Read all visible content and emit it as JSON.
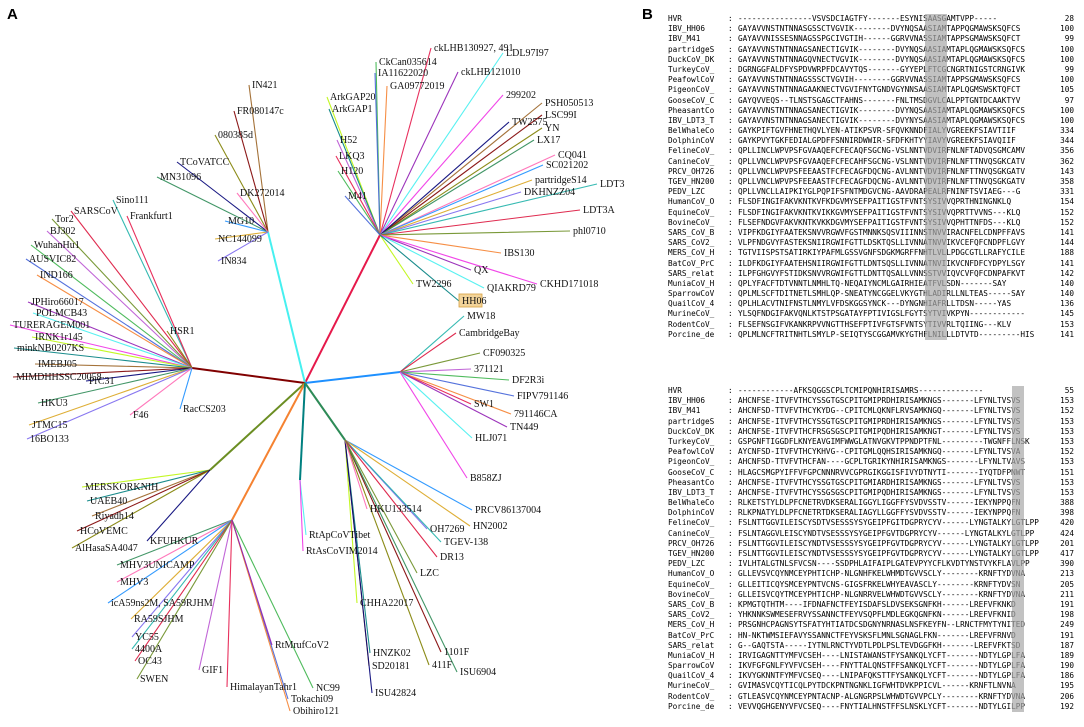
{
  "panels": {
    "a": "A",
    "b": "B"
  },
  "tree": {
    "highlighted_leaf": "HH06",
    "leaves": [
      "ckLHB130927, 491",
      "CkCan035614",
      "IA11622020",
      "GA09772019",
      "ckLHB121010",
      "LDL97I97",
      "299202",
      "ArkGAP20",
      "ArkGAP1",
      "PSH050513",
      "LSC99I",
      "YN",
      "TW2575",
      "LX17",
      "CQ041",
      "SC021202",
      "partridgeS14",
      "DKHNZZ04",
      "LDT3",
      "LDT3A",
      "phl0710",
      "IN421",
      "FR080147c",
      "080385d",
      "TCoVATCC",
      "MN31096",
      "DK272014",
      "H52",
      "LKQ3",
      "H120",
      "M41",
      "IBS130",
      "QX",
      "QIAKRD79",
      "CKHD171018",
      "TW2296",
      "HH06",
      "MG10",
      "NC144099",
      "IN834",
      "Sino111",
      "SARSCoV",
      "Tor2",
      "BJ302",
      "Frankfurt1",
      "WuhanHu1",
      "AUSVIC82",
      "IND166",
      "JPHiro66017",
      "POLMCB43",
      "TURERAGEM001",
      "IRNK1r145",
      "minkNB0207KS",
      "IMEBJ05",
      "MIMDHHSSC20058",
      "HSR1",
      "PrC31",
      "HKU3",
      "F46",
      "RacCS203",
      "JTMC15",
      "16BO133",
      "MW18",
      "CambridgeBay",
      "CF090325",
      "371121",
      "SW1",
      "DF2R3i",
      "FIPV791146",
      "791146CA",
      "TN449",
      "HLJ071",
      "B858ZJ",
      "MERSKORKNIH",
      "UAEB40",
      "Riyadh14",
      "HCoVEMC",
      "AlHasaSA4047",
      "KFUHKUR",
      "MHV3UNICAMP",
      "MHV3",
      "icA59ns2M, SA59RJHM",
      "RA59SJHM",
      "YC55",
      "4400A",
      "OC43",
      "SWEN",
      "GIF1",
      "HimalayanTahr1",
      "RtApCoVTibet",
      "RtAsCoVIM2014",
      "RtMrufCoV2",
      "NC99",
      "Tokachi09",
      "Obihiro121",
      "CHHA22017",
      "HNZK02",
      "SD20181",
      "1101F",
      "411F",
      "ISU42824",
      "ISU6904",
      "HKU133514",
      "PRCV86137004",
      "HN2002",
      "OH7269",
      "TGEV-138",
      "DR13",
      "LZC"
    ]
  },
  "alignment_top": {
    "rows": [
      [
        "HVR",
        "----------------VSVSDCIAGTFY-------ESYNISAASGAMTVPP-----",
        "28"
      ],
      [
        "IBV_HH06",
        "GAYAVVNSTNTNNASGSSCTVGVIK--------DVYNQSAASIAMTAPPQGMAWSKSQFCS",
        "100"
      ],
      [
        "IBV_M41",
        "GAYAVVNISSESNNAGSSPGCIVGTIH------GGRVVNASSIAMTAPPSGMAWSKSQFCT",
        "99"
      ],
      [
        "partridgeS",
        "GAYAVVNSTNTNNAGSANECTIGVIK--------DVYNQSAASIAMTAPLQGMAWSKSQFCS",
        "100"
      ],
      [
        "DuckCoV_DK",
        "GAYAVVNSTNTNNAGQVNECTVGVIK--------DVYNQSAASIAMTAPLQGMAWSKSQFCS",
        "100"
      ],
      [
        "TurkeyCoV_",
        "DGRNGGFALDFYSPDVWRPFDCAVYTQS-------GYYEPLFTCGCNGRTNIGSTCRNGIVK",
        "99"
      ],
      [
        "PeafowlCoV",
        "GAYAVVNSTNTNNAGSSSCTVGVIH--------GGRVVNASSIAMTAPPSGMAWSKSQFCS",
        "100"
      ],
      [
        "PigeonCoV_",
        "GAYAVVNSTNTNNAGAAKNECTVGVIFNYTGNDVGYNNSAASIAMTAPLQGMSWSKTQFCT",
        "105"
      ],
      [
        "GooseCoV_C",
        "GAYQVVEQS--TLNSTSGAGCTFAHNS-------FNLTMSDGVLCALPPTGNTDCAAKTYV",
        "97"
      ],
      [
        "PheasantCo",
        "GAYAVVNSTNTNNAGSANECTIGVIK--------DVYNQSAASIAMTAPLQGMAWSKSQFCS",
        "100"
      ],
      [
        "IBV_LDT3_T",
        "GAYAVVNSTNTNNAGSANECTIGVIK--------DVYNYSAASIAMTAPLQGMAWSKSQFCS",
        "100"
      ],
      [
        "BelWhaleCo",
        "GAYKPIFTGVFHNETHQVLYEN-ATIKPSVR-SFQVKNNDFIALYVGREEKFSIAVTIIF",
        "334"
      ],
      [
        "DolphinCoV",
        "GAYKPVYTGKFEDIALGPDFFSNNIRDWWIR-SFDFKHTYYIAVYVGREEKFSIAVQIIF",
        "344"
      ],
      [
        "FelineCoV_",
        "QPLLINCLWPVPSFGVAAQEFCFECAQFSGCNG-VSLNNTVDVIRFNLNFTADVQSGMCAMV",
        "356"
      ],
      [
        "CanineCoV_",
        "QPLLVNCLWPVPSFGVAAQEFCFECAHFSGCNG-VSLNNTVDVIRFNLNFTTNVQSGKCATV",
        "362"
      ],
      [
        "PRCV_OH726",
        "QPLLVNCLWPVPSFEEAASTFCFECAGFDQCNG-AVLNNTVDVIRFNLNFTTNVQSGKGATV",
        "143"
      ],
      [
        "TGEV_HN200",
        "QPLLVNCLWPVPSFEEAASTFCFECAGFDQCNG-AVLNNTVDVIRFNLNFTTNVQSGKGATV",
        "358"
      ],
      [
        "PEDV_LZC",
        "QPLLVNCLLAIPKIYGLPQPIFSFNTMDGVCNG-AAVDRAPEALRFNINFTSVIAEG---G",
        "331"
      ],
      [
        "HumanCoV_O",
        "FLSDFINGIFAKVKNTKVFKDGVMYSEFPAITIGSTFVNTSYSIVVQPRTHNINGNKLQ",
        "154"
      ],
      [
        "EquineCoV_",
        "FLSDFINGIFAKVKNTKVIKKGVMYSEFPAITIGSTFVNTSYSIVVQPRTTVVNS---KLQ",
        "152"
      ],
      [
        "BovineCoV_",
        "FLSEFNDGVFAKVKNTKVKKDGVMYSEFPAITIGSTFVNTSYSIVVQPHTTNFDS---KLQ",
        "152"
      ],
      [
        "SARS_CoV_B",
        "VIPFKDGIYFAATEKSNVVRGWVFGSTMNNKSQSVIIINNSTNVVIRACNFELCDNPFFAVS",
        "141"
      ],
      [
        "SARS_CoV2_",
        "VLPFNDGVYFASTEKSNIIRGWIFGTTLDSKTQSLLIVNNATNVVIKVCEFQFCNDPFLGVY",
        "144"
      ],
      [
        "MERS_CoV_H",
        "TGTVIISPSTSATIRKIYPAFMLGSSVGNFSDGKMGRFFNHTLVLLPDGCGTLLRAFYCILE",
        "188"
      ],
      [
        "BatCoV_PrC",
        "ILDFKDGIYFAATEHSNIIRGWIFGTTLDNTSQSLLIVNNATNVIIKVCNFDFCYDPYLSGY",
        "141"
      ],
      [
        "SARS_relat",
        "ILPFGHGVYFSTIDKSNVVRGWIFGTTLDNTTQSALLVNNSSTVVIQVCVFQFCDNPAFKVT",
        "142"
      ],
      [
        "MuniaCoV_H",
        "QPLYFACFTDTVNNTLNMHLTQ-NEQAIYNCMLGAIRHIEATFVLSDN-------SAY",
        "140"
      ],
      [
        "SparrowCoV",
        "QPLMLSCFTDITNETLSMHLQP-SNEATYNCGGELVKYGTHLADIRLLNLTEAS-----SAY",
        "140"
      ],
      [
        "QuailCoV_4",
        "QPLHLACVTNIFNSTLNMYLVFDSKGGSYNCK---DYNGNHIAFRLLTDSN-----YAS",
        "136"
      ],
      [
        "MurineCoV_",
        "YLSQFNDGIFAKVQNLKTSTPSGATAYFPTIVIGSLFGYTSYTVIVKPYN------------",
        "145"
      ],
      [
        "RodentCoV_",
        "FLSEFNSGIFVKANKRPVVNGTTHSEFPTIVFGTSFVNTSYTIVVRLTQIING---KLV",
        "153"
      ],
      [
        "Porcine_de",
        "QPLMLNCFTRITNHTLSMYLP-SEIQTYSCGGAMVKYGTHFLNILLLDTVTD---------HIS",
        "141"
      ]
    ],
    "shade": [
      [
        0.61,
        0.052
      ],
      [
        0.665,
        0.018
      ]
    ]
  },
  "alignment_bottom": {
    "rows": [
      [
        "HVR",
        "------------AFKSQGGSCPLTCMIPQNHIRISAMRS--------------",
        "55"
      ],
      [
        "IBV_HH06",
        "AHCNFSE-ITVFVTHCYSSGTGSCPITGMIPRDHIRISAMKNGS-------LFYNLTVSVS",
        "153"
      ],
      [
        "IBV_M41",
        "AHCNFSD-TTVFVTHCYKYDG--CPITCMLQKNFLRVSAMKNGQ-------LFYNLTVSVS",
        "152"
      ],
      [
        "partridgeS",
        "AHCNFSE-ITVFVTHCYSSGTGSCPITGMIPRDHIRISAMKNGS-------LFYNLTVSVS",
        "153"
      ],
      [
        "DuckCoV_DK",
        "AHCNFSE-ITVFVTHCFRSGSGSCPITGMIPQDHIRISAMKNGT-------LFYNLTVSVS",
        "153"
      ],
      [
        "TurkeyCoV_",
        "GSPGNFTIGGDFLKNYEAVGIMFWWGLATNVGKVTPPNDPTFNL---------TWGNFFLNSK",
        "153"
      ],
      [
        "PeafowlCoV",
        "AYCNFSD-ITVFVTHCYKHVG--CPITGMLQQHSIRISAMKNGQ-------LFYNLTVSVA",
        "152"
      ],
      [
        "PigeonCoV_",
        "AHCNFSD-TTVFVTHCFAN----GCPLTGRIKYNHIRISAMKNGS-------LFYNLTVAVS",
        "153"
      ],
      [
        "GooseCoV_C",
        "HLAGCSMGPYIFFVFGPCNNNRVVCGPRGIKGGISFIVYDTNYTI-------IYQTDFPNWT",
        "151"
      ],
      [
        "PheasantCo",
        "AHCNFSE-ITVFVTHCYSSGTGSCPITGMIARDHIRISAMKNGS-------LFYNLTVSVS",
        "153"
      ],
      [
        "IBV_LDT3_T",
        "AHCNFSE-ITVFVTHCYSSGSGSCPITGMIPQDHIRISAMKNGS-------LFYNLTVSVS",
        "153"
      ],
      [
        "BelWhaleCo",
        "RLKETSTYLDLPFCNETRVDKSERALIGGYLIGGFFYSVDVSSTV------IEKYNPPQFN",
        "388"
      ],
      [
        "DolphinCoV",
        "RLKPNATYLDLPFCNETRTDKSERALIAGYLLGGFFYSVDVSSTV------IEKYNPPQFN",
        "398"
      ],
      [
        "FelineCoV_",
        "FSLNTTGGVILEISCYSDTVSESSSYSYGEIPFGITDGPRYCYV------LYNGTALKYLGTLPP",
        "420"
      ],
      [
        "CanineCoV_",
        "FSLNTAGGVLEISCYNDTVSESSSYSYGEIPFGVTDGPRYCYV------LYNGTALKYLGTLPP",
        "424"
      ],
      [
        "PRCV_OH726",
        "FSLNTTGGVILEISCYNDTVSESSSYSYGEIPFGVTDGPRYCYV------LYNGTALKYLGTLPP",
        "201"
      ],
      [
        "TGEV_HN200",
        "FSLNTTGGVILEISCYNDTVSESSSYSYGEIPFGVTDGPRYCYV------LYNGTALKYLGTLPP",
        "417"
      ],
      [
        "PEDV_LZC",
        "IVLHTALGTNLSFVCSN----SSDPHLAIFAIPLGATEVPYYCFLKVDTYNSTVYKFLAVLPP",
        "390"
      ],
      [
        "HumanCoV_O",
        "GLLEVSVCQYNMCEYPHTICHP-NLGNHFKELWHMDTGVVSCLY--------KRNFTYDVNA",
        "213"
      ],
      [
        "EquineCoV_",
        "GLLEITICQYSMCEYPNTVCNS-GIGSFRKELWHYEAVASCLY--------KRNFTYDVSN",
        "205"
      ],
      [
        "BovineCoV_",
        "GLLEISVCQYTMCEYPHTICHP-NLGNRRVELWHWDTGVVSCLY--------KRNFTYDVNA",
        "211"
      ],
      [
        "SARS_CoV_B",
        "KPMGTQTHTM----IFDNAFNCTFEYISDAFSLDVSEKSGNFKH------LREFVFKNKD",
        "191"
      ],
      [
        "SARS_CoV2_",
        "YHKNNKSWMESEFRVYSSANNCTFEYVSQPFLMDLEGKQGNFKN------LREFVFKNID",
        "198"
      ],
      [
        "MERS_CoV_H",
        "PRSGNHCPAGNSYTSFATYHTIATDCSDGNYNRNASLNSFKEYFN--LRNCTFMYTYNITED",
        "249"
      ],
      [
        "BatCoV_PrC",
        "HN-NKTWMSIEFAVYSSANNCTFEYVSKSFLMNLSGNAGLFKN-------LREFVFRNVD",
        "191"
      ],
      [
        "SARS_relat",
        "G--GAQTSTA-----IYTNLRNCTYVDTLPDLPSLTEVDGGFKH-------LREFVFKTSD",
        "187"
      ],
      [
        "MuniaCoV_H",
        "IRVIGAGNTTYMFVCSEH----LNISTAWANSTFYSANKQLYCFT-------NDTYLGPLFA",
        "189"
      ],
      [
        "SparrowCoV",
        "IKVFGFGNLFYVFVCSEH----FNYTTALQNSTFFSANKQLYCFT-------NDTYLGPLFA",
        "190"
      ],
      [
        "QuailCoV_4",
        "IKVYGKNNTFYMFVCSEQ----LNIPAFQKSTTFYSANKQLYCFT-------NDTYLGPLFA",
        "186"
      ],
      [
        "MurineCoV_",
        "GVIMASVCQYTICQLPYTDCKPNTNGNKLIGFWHTDVKPPICVL------KRNFTLNVNA",
        "195"
      ],
      [
        "RodentCoV_",
        "GTLEASVCQYNMCEYPNTACNP-ALGNGRPSLWHWDTGVVPCLY--------KRNFTYDVNA",
        "206"
      ],
      [
        "Porcine_de",
        "VEVVQGHGENYVFVCSEQ----FNYTIALHNSTFFSLNSKLYCFT-------NDTYLGILPP",
        "192"
      ]
    ],
    "shade": [
      [
        0.895,
        0.04
      ]
    ]
  }
}
